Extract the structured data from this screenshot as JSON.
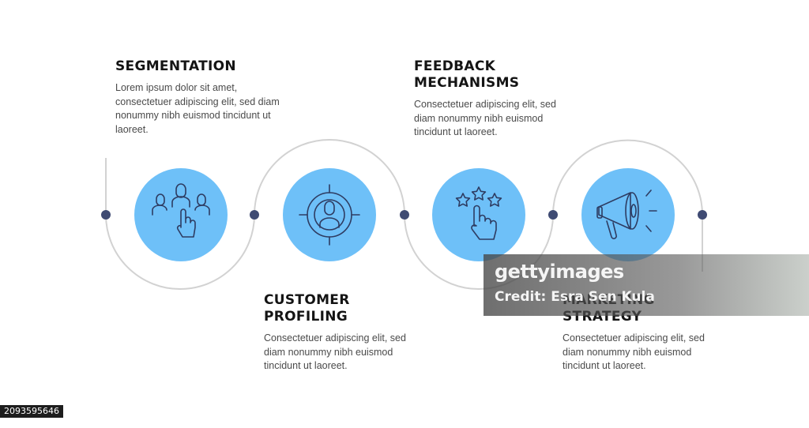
{
  "colors": {
    "accent_circle": "#6ec0f8",
    "connector_line": "#d2d2d2",
    "node_dot": "#3f4b73",
    "icon_stroke": "#2e3c62",
    "title_text": "#141414",
    "body_text": "#4a4a4a"
  },
  "steps": [
    {
      "title": "SEGMENTATION",
      "description": "Lorem ipsum dolor sit amet, consectetuer adipiscing elit, sed diam nonummy nibh euismod tincidunt ut laoreet.",
      "icon": "group-hand-pointer-icon"
    },
    {
      "title": "CUSTOMER PROFILING",
      "description": "Consectetuer adipiscing elit, sed diam nonummy nibh euismod tincidunt ut laoreet.",
      "icon": "target-person-icon"
    },
    {
      "title": "FEEDBACK MECHANISMS",
      "description": "Consectetuer adipiscing elit, sed diam nonummy nibh euismod tincidunt ut laoreet.",
      "icon": "stars-hand-pointer-icon"
    },
    {
      "title": "MARKETING STRATEGY",
      "description": "Consectetuer adipiscing elit, sed diam nonummy nibh euismod tincidunt ut laoreet.",
      "icon": "megaphone-icon"
    }
  ],
  "watermark": {
    "brand": "gettyimages",
    "credit": "Credit: Esra Sen Kula"
  },
  "image_id": "2093595646"
}
